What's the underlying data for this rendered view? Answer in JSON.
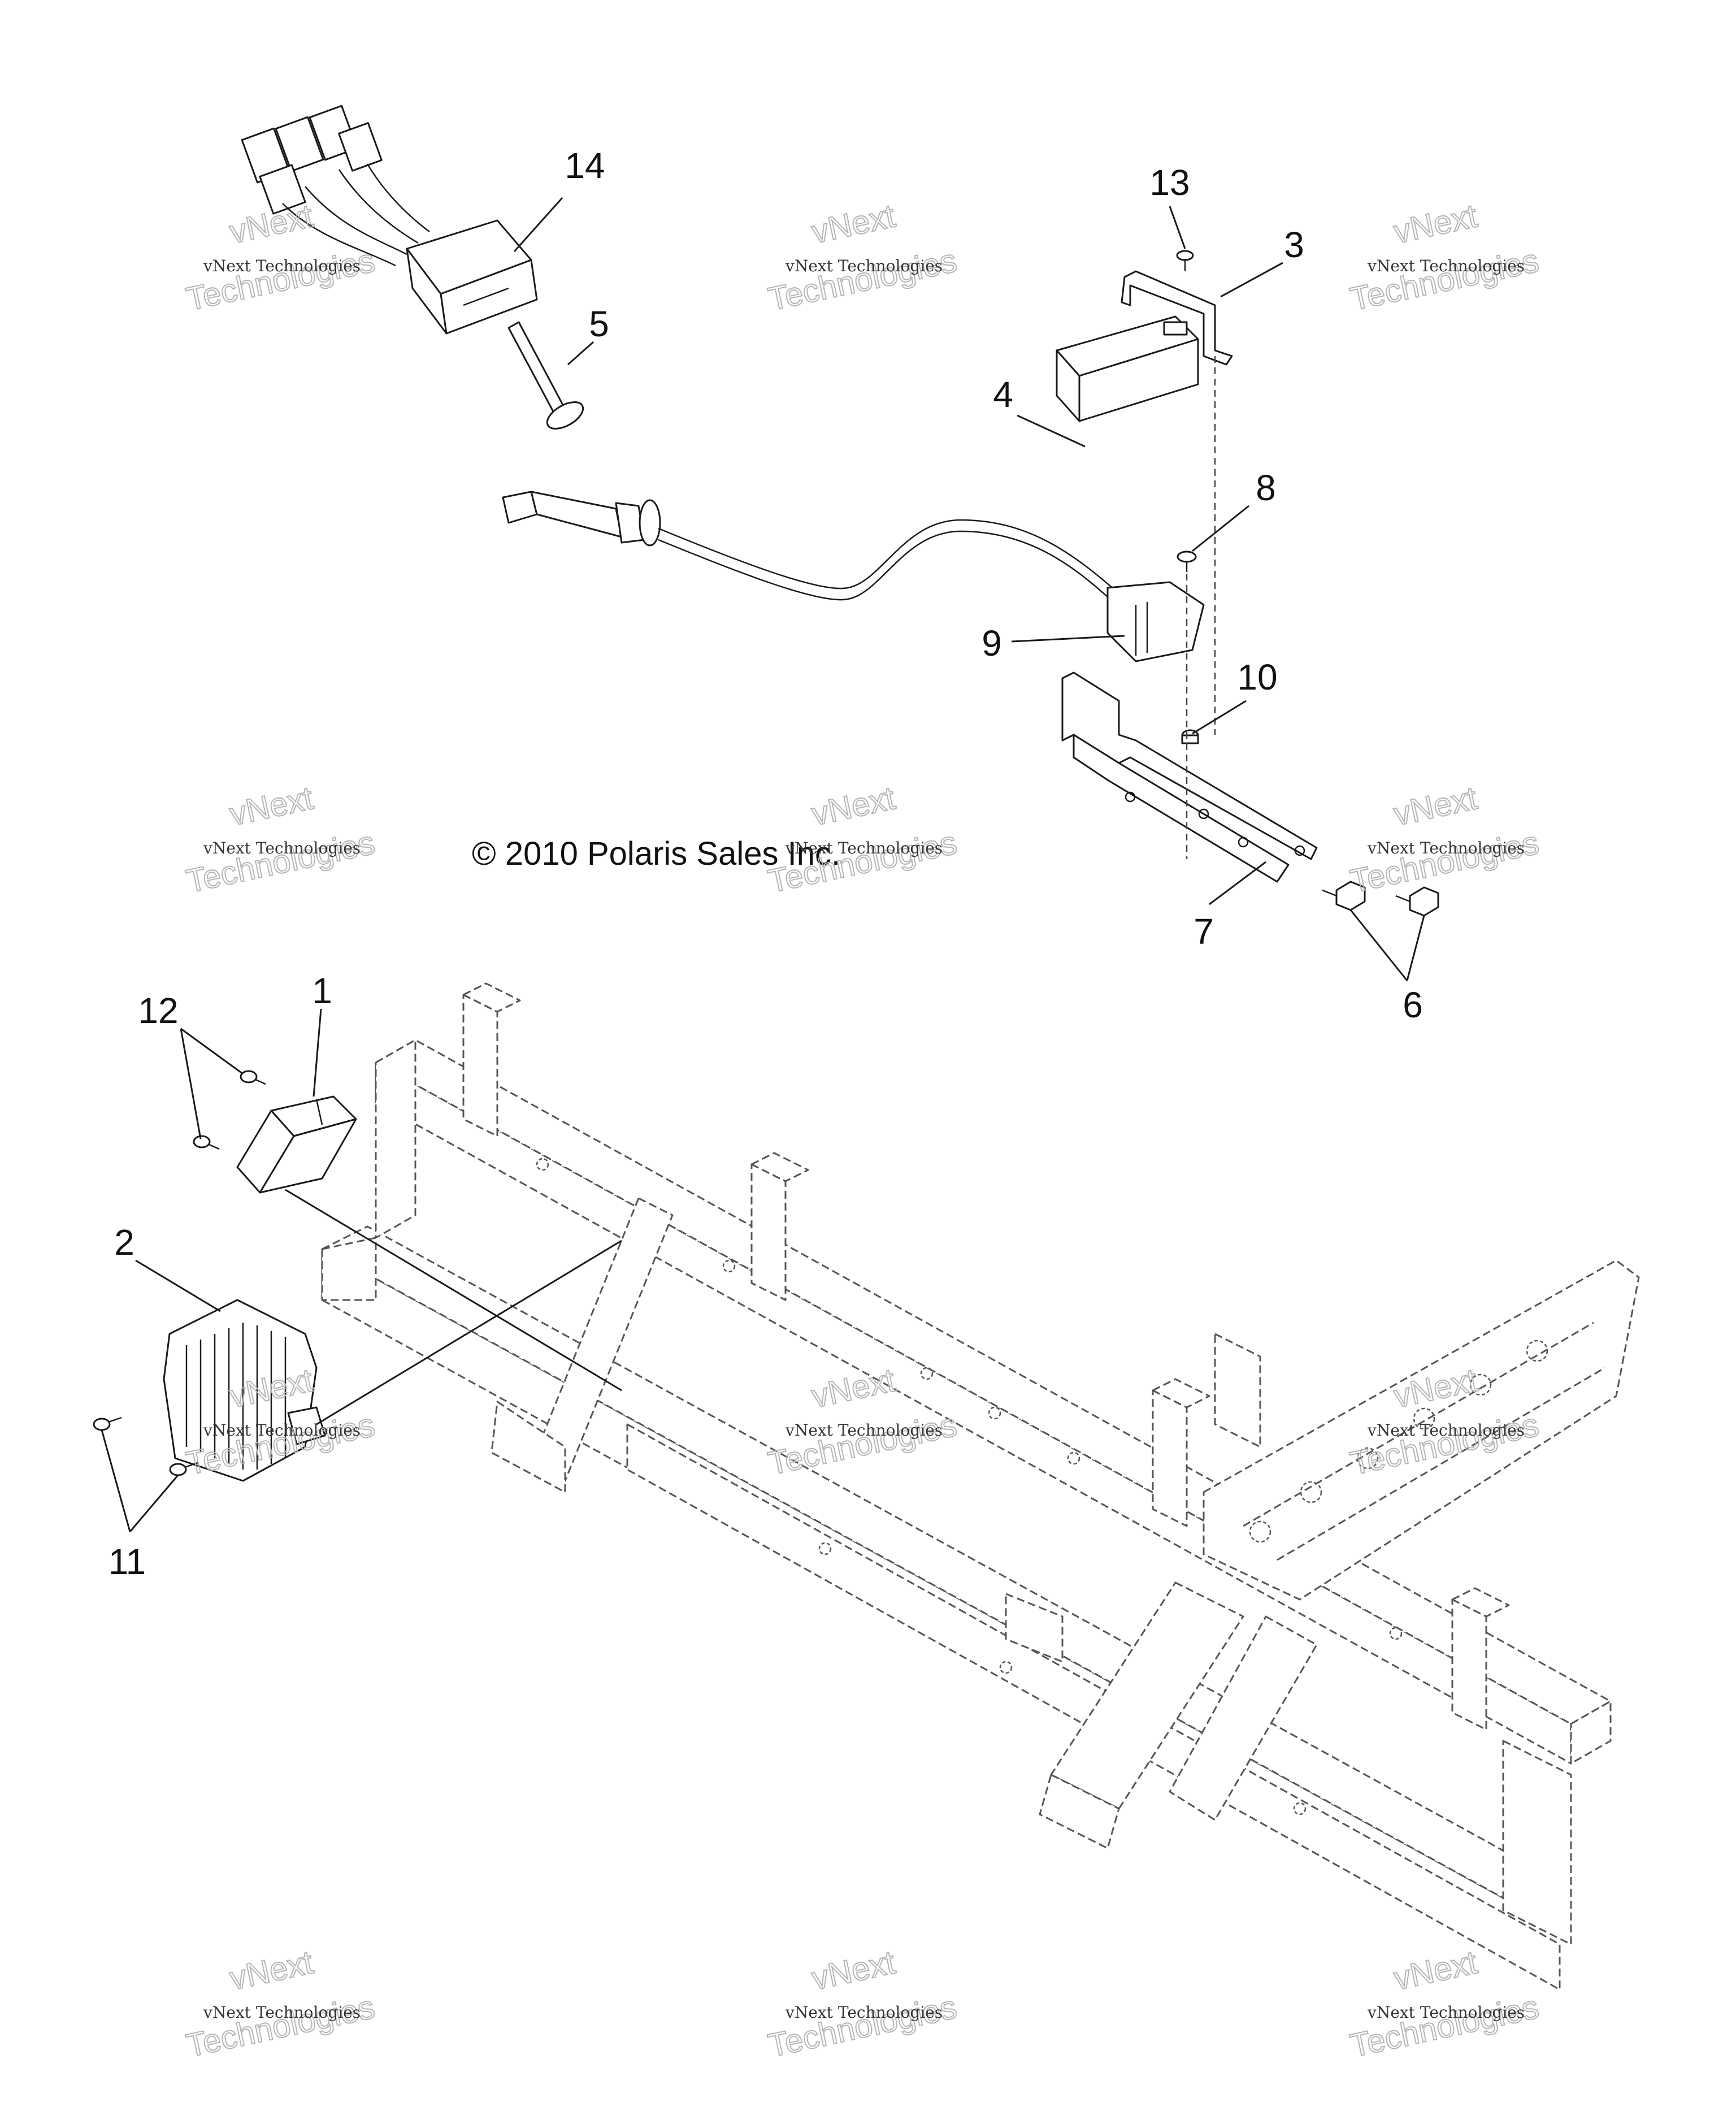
{
  "copyright": "© 2010 Polaris Sales Inc.",
  "callouts": [
    "1",
    "2",
    "3",
    "4",
    "5",
    "6",
    "7",
    "8",
    "9",
    "10",
    "11",
    "12",
    "13",
    "14"
  ],
  "watermark": {
    "line1": "vNext",
    "line2": "vNext Technologies",
    "line3": "Technologies"
  },
  "colors": {
    "line": "#1a1a1a",
    "frame": "#555555",
    "watermark": "#b5b5b5"
  }
}
